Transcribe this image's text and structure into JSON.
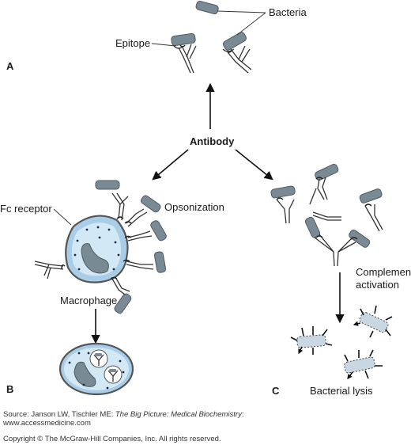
{
  "diagram": {
    "labels": {
      "bacteria": "Bacteria",
      "epitope": "Epitope",
      "antibody": "Antibody",
      "fc_receptor": "Fc receptor",
      "opsonization": "Opsonization",
      "macrophage": "Macrophage",
      "complement_activation_line1": "Complement",
      "complement_activation_line2": "activation",
      "bacterial_lysis": "Bacterial lysis"
    },
    "panels": {
      "a": "A",
      "b": "B",
      "c": "C"
    },
    "colors": {
      "bacterium": "#7a8a94",
      "macrophage_fill": "#a9cde6",
      "macrophage_inner": "#d3e8f5",
      "lysed_bacterium": "#c9d7e2"
    }
  },
  "footer": {
    "source_prefix": "Source: Janson LW, Tischler ME: ",
    "source_title": "The Big Picture: Medical Biochemistry",
    "source_suffix": ":",
    "source_url": "www.accessmedicine.com",
    "copyright": "Copyright © The McGraw-Hill Companies, Inc. All rights reserved."
  }
}
